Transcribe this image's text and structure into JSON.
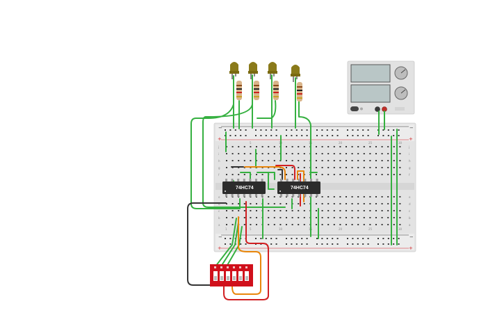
{
  "chips": [
    {
      "label": "74HC74"
    },
    {
      "label": "74HC74"
    }
  ],
  "breadboard": {
    "row_letters_top": [
      "j",
      "i",
      "h",
      "g",
      "f"
    ],
    "row_letters_bottom": [
      "e",
      "d",
      "c",
      "b",
      "a"
    ],
    "column_numbers": [
      "1",
      "5",
      "10",
      "15",
      "20",
      "25",
      "30"
    ],
    "rail_minus": "−",
    "rail_plus": "+"
  },
  "leds": {
    "count": 4,
    "color": "#8a7a1a"
  },
  "dip_switch": {
    "positions": 6,
    "color": "#d0101b"
  },
  "power_supply": {
    "body_color": "#e2e2e2",
    "display_color": "#b9c6c6"
  },
  "wire_colors": {
    "green": "#35b040",
    "orange": "#e9860b",
    "red": "#d11f22",
    "black": "#333333"
  }
}
